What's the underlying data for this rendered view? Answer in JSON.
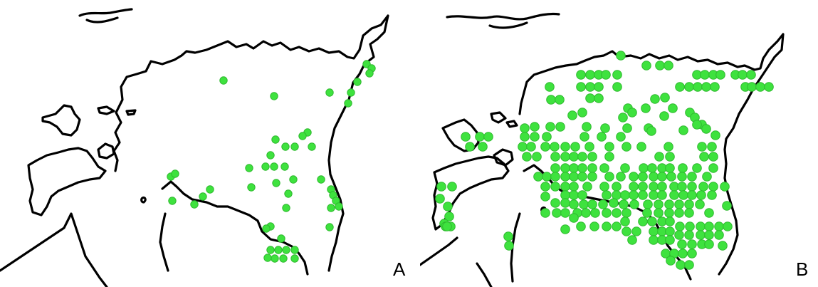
{
  "colors": {
    "dot": "#3ee23e",
    "dot_stroke": "#2fb82f",
    "coast": "#000000"
  },
  "panels": [
    {
      "label": "A",
      "records": [
        [
          515,
          90
        ],
        [
          522,
          96
        ],
        [
          519,
          103
        ],
        [
          502,
          115
        ],
        [
          493,
          130
        ],
        [
          489,
          145
        ],
        [
          463,
          130
        ],
        [
          314,
          113
        ],
        [
          385,
          135
        ],
        [
          432,
          186
        ],
        [
          425,
          191
        ],
        [
          387,
          196
        ],
        [
          401,
          206
        ],
        [
          414,
          206
        ],
        [
          438,
          206
        ],
        [
          380,
          218
        ],
        [
          373,
          234
        ],
        [
          385,
          234
        ],
        [
          400,
          234
        ],
        [
          350,
          236
        ],
        [
          412,
          252
        ],
        [
          451,
          252
        ],
        [
          353,
          263
        ],
        [
          388,
          257
        ],
        [
          465,
          266
        ],
        [
          468,
          274
        ],
        [
          472,
          282
        ],
        [
          476,
          290
        ],
        [
          465,
          292
        ],
        [
          405,
          272
        ],
        [
          402,
          292
        ],
        [
          295,
          266
        ],
        [
          285,
          276
        ],
        [
          273,
          287
        ],
        [
          240,
          248
        ],
        [
          246,
          244
        ],
        [
          242,
          282
        ],
        [
          463,
          319
        ],
        [
          380,
          318
        ],
        [
          374,
          321
        ],
        [
          395,
          335
        ],
        [
          380,
          351
        ],
        [
          391,
          351
        ],
        [
          402,
          351
        ],
        [
          414,
          351
        ],
        [
          386,
          363
        ],
        [
          398,
          363
        ],
        [
          414,
          363
        ],
        [
          376,
          362
        ]
      ]
    },
    {
      "label": "B",
      "records": [
        [
          282,
          78
        ],
        [
          226,
          105
        ],
        [
          239,
          105
        ],
        [
          251,
          105
        ],
        [
          261,
          105
        ],
        [
          277,
          105
        ],
        [
          318,
          92
        ],
        [
          337,
          92
        ],
        [
          349,
          92
        ],
        [
          389,
          105
        ],
        [
          400,
          105
        ],
        [
          412,
          105
        ],
        [
          422,
          105
        ],
        [
          443,
          105
        ],
        [
          453,
          105
        ],
        [
          465,
          105
        ],
        [
          182,
          122
        ],
        [
          226,
          122
        ],
        [
          239,
          122
        ],
        [
          251,
          122
        ],
        [
          277,
          122
        ],
        [
          365,
          122
        ],
        [
          378,
          122
        ],
        [
          390,
          122
        ],
        [
          402,
          122
        ],
        [
          414,
          122
        ],
        [
          457,
          122
        ],
        [
          466,
          122
        ],
        [
          478,
          122
        ],
        [
          490,
          122
        ],
        [
          239,
          138
        ],
        [
          251,
          138
        ],
        [
          330,
          139
        ],
        [
          344,
          137
        ],
        [
          184,
          140
        ],
        [
          196,
          140
        ],
        [
          292,
          152
        ],
        [
          317,
          152
        ],
        [
          355,
          152
        ],
        [
          379,
          158
        ],
        [
          228,
          158
        ],
        [
          214,
          162
        ],
        [
          298,
          158
        ],
        [
          285,
          165
        ],
        [
          343,
          163
        ],
        [
          386,
          165
        ],
        [
          396,
          175
        ],
        [
          161,
          178
        ],
        [
          183,
          178
        ],
        [
          197,
          178
        ],
        [
          234,
          178
        ],
        [
          260,
          180
        ],
        [
          291,
          180
        ],
        [
          321,
          180
        ],
        [
          325,
          184
        ],
        [
          147,
          180
        ],
        [
          370,
          183
        ],
        [
          389,
          175
        ],
        [
          402,
          181
        ],
        [
          415,
          190
        ],
        [
          161,
          192
        ],
        [
          178,
          192
        ],
        [
          231,
          192
        ],
        [
          255,
          192
        ],
        [
          282,
          192
        ],
        [
          64,
          192
        ],
        [
          84,
          192
        ],
        [
          96,
          192
        ],
        [
          147,
          192
        ],
        [
          176,
          206
        ],
        [
          189,
          206
        ],
        [
          204,
          206
        ],
        [
          218,
          206
        ],
        [
          238,
          206
        ],
        [
          266,
          206
        ],
        [
          290,
          206
        ],
        [
          311,
          206
        ],
        [
          349,
          206
        ],
        [
          396,
          206
        ],
        [
          410,
          206
        ],
        [
          144,
          206
        ],
        [
          156,
          206
        ],
        [
          70,
          206
        ],
        [
          88,
          206
        ],
        [
          150,
          220
        ],
        [
          164,
          220
        ],
        [
          190,
          220
        ],
        [
          204,
          220
        ],
        [
          216,
          220
        ],
        [
          228,
          220
        ],
        [
          242,
          220
        ],
        [
          266,
          220
        ],
        [
          336,
          220
        ],
        [
          351,
          220
        ],
        [
          399,
          220
        ],
        [
          412,
          220
        ],
        [
          190,
          236
        ],
        [
          204,
          236
        ],
        [
          216,
          236
        ],
        [
          228,
          236
        ],
        [
          242,
          236
        ],
        [
          259,
          236
        ],
        [
          288,
          236
        ],
        [
          314,
          236
        ],
        [
          326,
          236
        ],
        [
          340,
          236
        ],
        [
          351,
          236
        ],
        [
          369,
          236
        ],
        [
          389,
          236
        ],
        [
          412,
          236
        ],
        [
          166,
          248
        ],
        [
          178,
          248
        ],
        [
          190,
          248
        ],
        [
          204,
          248
        ],
        [
          216,
          248
        ],
        [
          228,
          248
        ],
        [
          242,
          248
        ],
        [
          266,
          248
        ],
        [
          282,
          248
        ],
        [
          300,
          248
        ],
        [
          313,
          248
        ],
        [
          328,
          248
        ],
        [
          340,
          248
        ],
        [
          353,
          248
        ],
        [
          368,
          248
        ],
        [
          382,
          248
        ],
        [
          403,
          248
        ],
        [
          30,
          262
        ],
        [
          45,
          262
        ],
        [
          176,
          262
        ],
        [
          190,
          262
        ],
        [
          204,
          262
        ],
        [
          216,
          262
        ],
        [
          235,
          262
        ],
        [
          259,
          262
        ],
        [
          276,
          262
        ],
        [
          300,
          262
        ],
        [
          313,
          262
        ],
        [
          328,
          262
        ],
        [
          340,
          262
        ],
        [
          357,
          262
        ],
        [
          368,
          262
        ],
        [
          382,
          262
        ],
        [
          398,
          262
        ],
        [
          412,
          262
        ],
        [
          428,
          262
        ],
        [
          204,
          274
        ],
        [
          216,
          274
        ],
        [
          228,
          274
        ],
        [
          262,
          274
        ],
        [
          276,
          274
        ],
        [
          288,
          274
        ],
        [
          300,
          274
        ],
        [
          313,
          274
        ],
        [
          328,
          274
        ],
        [
          340,
          274
        ],
        [
          357,
          274
        ],
        [
          370,
          274
        ],
        [
          382,
          274
        ],
        [
          395,
          274
        ],
        [
          410,
          274
        ],
        [
          28,
          279
        ],
        [
          176,
          276
        ],
        [
          190,
          285
        ],
        [
          204,
          285
        ],
        [
          216,
          287
        ],
        [
          230,
          287
        ],
        [
          242,
          287
        ],
        [
          257,
          287
        ],
        [
          272,
          285
        ],
        [
          286,
          287
        ],
        [
          301,
          287
        ],
        [
          320,
          287
        ],
        [
          335,
          287
        ],
        [
          350,
          287
        ],
        [
          364,
          287
        ],
        [
          378,
          287
        ],
        [
          393,
          287
        ],
        [
          39,
          290
        ],
        [
          176,
          299
        ],
        [
          192,
          299
        ],
        [
          204,
          299
        ],
        [
          221,
          299
        ],
        [
          233,
          299
        ],
        [
          246,
          299
        ],
        [
          262,
          299
        ],
        [
          276,
          299
        ],
        [
          290,
          299
        ],
        [
          319,
          299
        ],
        [
          335,
          299
        ],
        [
          350,
          299
        ],
        [
          364,
          299
        ],
        [
          378,
          299
        ],
        [
          406,
          299
        ],
        [
          431,
          289
        ],
        [
          41,
          304
        ],
        [
          216,
          306
        ],
        [
          34,
          314
        ],
        [
          43,
          318
        ],
        [
          226,
          318
        ],
        [
          245,
          318
        ],
        [
          262,
          318
        ],
        [
          276,
          318
        ],
        [
          288,
          311
        ],
        [
          313,
          311
        ],
        [
          326,
          311
        ],
        [
          340,
          311
        ],
        [
          351,
          311
        ],
        [
          365,
          318
        ],
        [
          379,
          318
        ],
        [
          394,
          318
        ],
        [
          406,
          318
        ],
        [
          420,
          318
        ],
        [
          432,
          318
        ],
        [
          36,
          318
        ],
        [
          38,
          318
        ],
        [
          124,
          332
        ],
        [
          204,
          322
        ],
        [
          290,
          325
        ],
        [
          304,
          325
        ],
        [
          328,
          325
        ],
        [
          340,
          325
        ],
        [
          351,
          325
        ],
        [
          364,
          330
        ],
        [
          378,
          330
        ],
        [
          394,
          330
        ],
        [
          406,
          330
        ],
        [
          420,
          330
        ],
        [
          125,
          345
        ],
        [
          298,
          337
        ],
        [
          328,
          337
        ],
        [
          340,
          337
        ],
        [
          351,
          337
        ],
        [
          368,
          343
        ],
        [
          382,
          343
        ],
        [
          396,
          343
        ],
        [
          406,
          343
        ],
        [
          425,
          345
        ],
        [
          345,
          356
        ],
        [
          357,
          356
        ],
        [
          369,
          356
        ],
        [
          382,
          356
        ],
        [
          352,
          366
        ],
        [
          366,
          372
        ],
        [
          378,
          372
        ]
      ]
    }
  ]
}
